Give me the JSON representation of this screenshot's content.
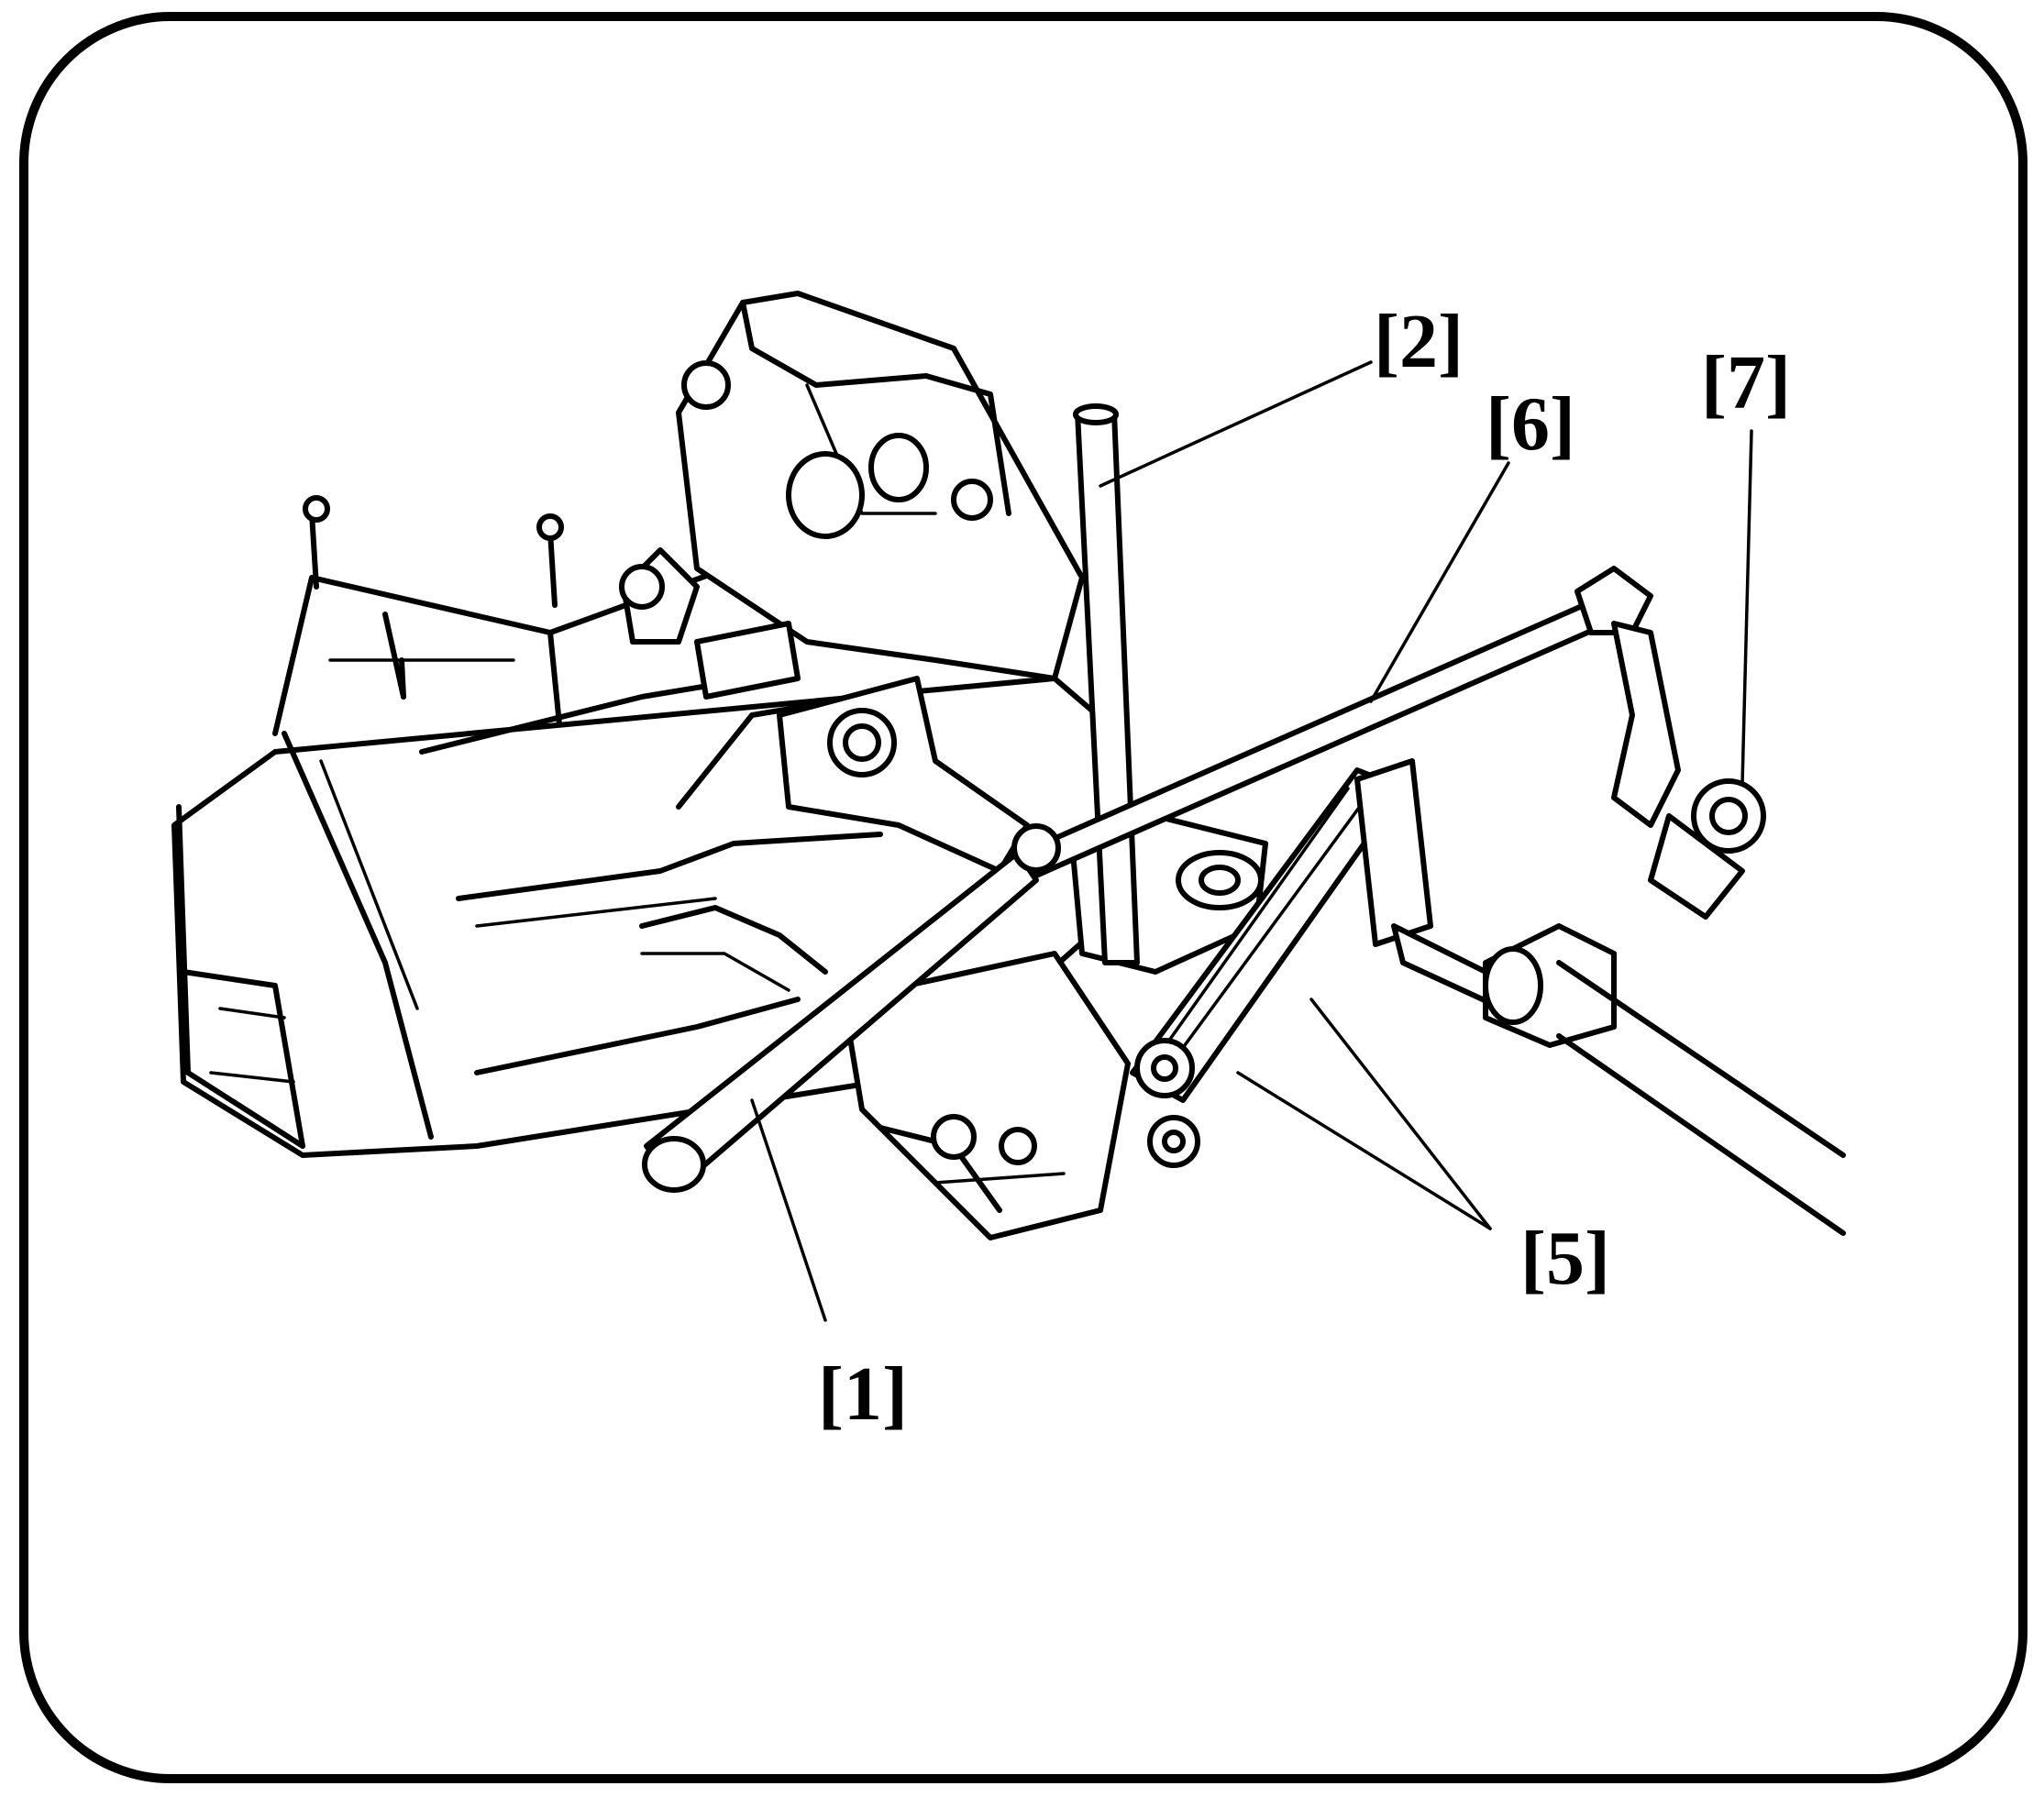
{
  "callouts": [
    {
      "id": "1",
      "text": "[1]"
    },
    {
      "id": "2",
      "text": "[2]"
    },
    {
      "id": "5",
      "text": "[5]"
    },
    {
      "id": "6",
      "text": "[6]"
    },
    {
      "id": "7",
      "text": "[7]"
    }
  ],
  "colors": {
    "ink": "#000000",
    "paper": "#ffffff"
  }
}
